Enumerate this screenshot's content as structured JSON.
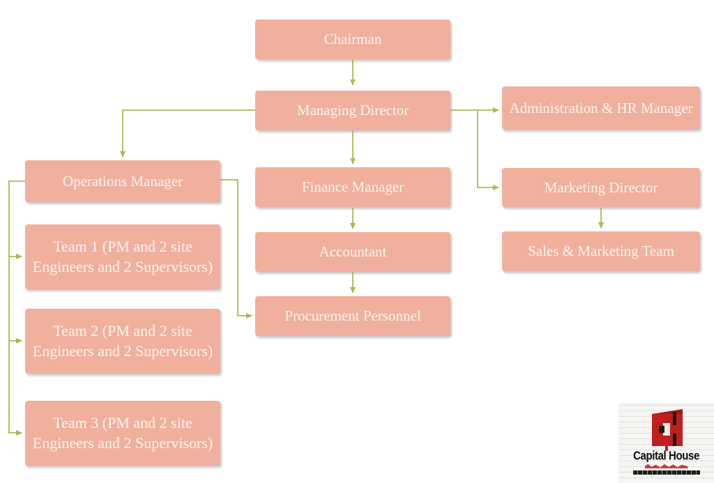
{
  "diagram": {
    "type": "org-chart",
    "nodes": [
      {
        "id": "chairman",
        "label": "Chairman"
      },
      {
        "id": "managing-director",
        "label": "Managing Director"
      },
      {
        "id": "admin-hr-manager",
        "label": "Administration & HR Manager"
      },
      {
        "id": "operations-manager",
        "label": "Operations Manager"
      },
      {
        "id": "finance-manager",
        "label": "Finance Manager"
      },
      {
        "id": "marketing-director",
        "label": "Marketing Director"
      },
      {
        "id": "team-1",
        "label": "Team 1 (PM and 2 site Engineers and 2 Supervisors)"
      },
      {
        "id": "accountant",
        "label": "Accountant"
      },
      {
        "id": "sales-marketing-team",
        "label": "Sales & Marketing Team"
      },
      {
        "id": "team-2",
        "label": "Team 2 (PM and 2 site Engineers and 2 Supervisors)"
      },
      {
        "id": "procurement-personnel",
        "label": "Procurement Personnel"
      },
      {
        "id": "team-3",
        "label": "Team 3 (PM and 2 site Engineers and 2 Supervisors)"
      }
    ],
    "edges": [
      {
        "from": "chairman",
        "to": "managing-director"
      },
      {
        "from": "managing-director",
        "to": "finance-manager"
      },
      {
        "from": "managing-director",
        "to": "administration-hr-manager"
      },
      {
        "from": "managing-director",
        "to": "marketing-director"
      },
      {
        "from": "managing-director",
        "to": "operations-manager"
      },
      {
        "from": "finance-manager",
        "to": "accountant"
      },
      {
        "from": "accountant",
        "to": "procurement-personnel"
      },
      {
        "from": "operations-manager",
        "to": "procurement-personnel"
      },
      {
        "from": "operations-manager",
        "to": "team-1"
      },
      {
        "from": "operations-manager",
        "to": "team-2"
      },
      {
        "from": "operations-manager",
        "to": "team-3"
      },
      {
        "from": "marketing-director",
        "to": "sales-marketing-team"
      }
    ]
  },
  "logo": {
    "wordmark": "Capital House"
  },
  "colors": {
    "node-fill": "#f0b09d",
    "node-text": "#fcf4ee",
    "connector": "#a6be4b",
    "bg": "#ffffff",
    "logo-bg": "#edebe8",
    "logo-red": "#c0201d",
    "logo-dark": "#1d1b1a"
  }
}
